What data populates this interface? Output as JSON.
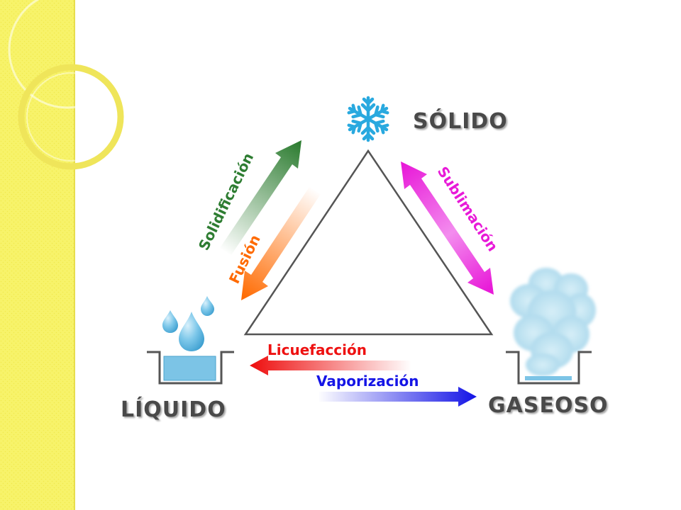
{
  "states": {
    "solid": "SÓLIDO",
    "liquid": "LÍQUIDO",
    "gas": "GASEOSO"
  },
  "processes": {
    "solidification": "Solidificación",
    "fusion": "Fusión",
    "sublimation": "Sublimación",
    "liquefaction": "Licuefacción",
    "vaporization": "Vaporización"
  },
  "colors": {
    "sidebar": "#f7f36a",
    "solidification": "#2e7d32",
    "fusion": "#ff6a00",
    "sublimation": "#e81ad8",
    "liquefaction": "#ee1111",
    "vaporization": "#1515e6",
    "ice": "#29a9df",
    "water": "#6fc0e8",
    "steam": "#bfe2f0"
  },
  "icons": {
    "solid": "snowflake-icon",
    "liquid": "water-drops-icon",
    "gas": "steam-cloud-icon"
  }
}
